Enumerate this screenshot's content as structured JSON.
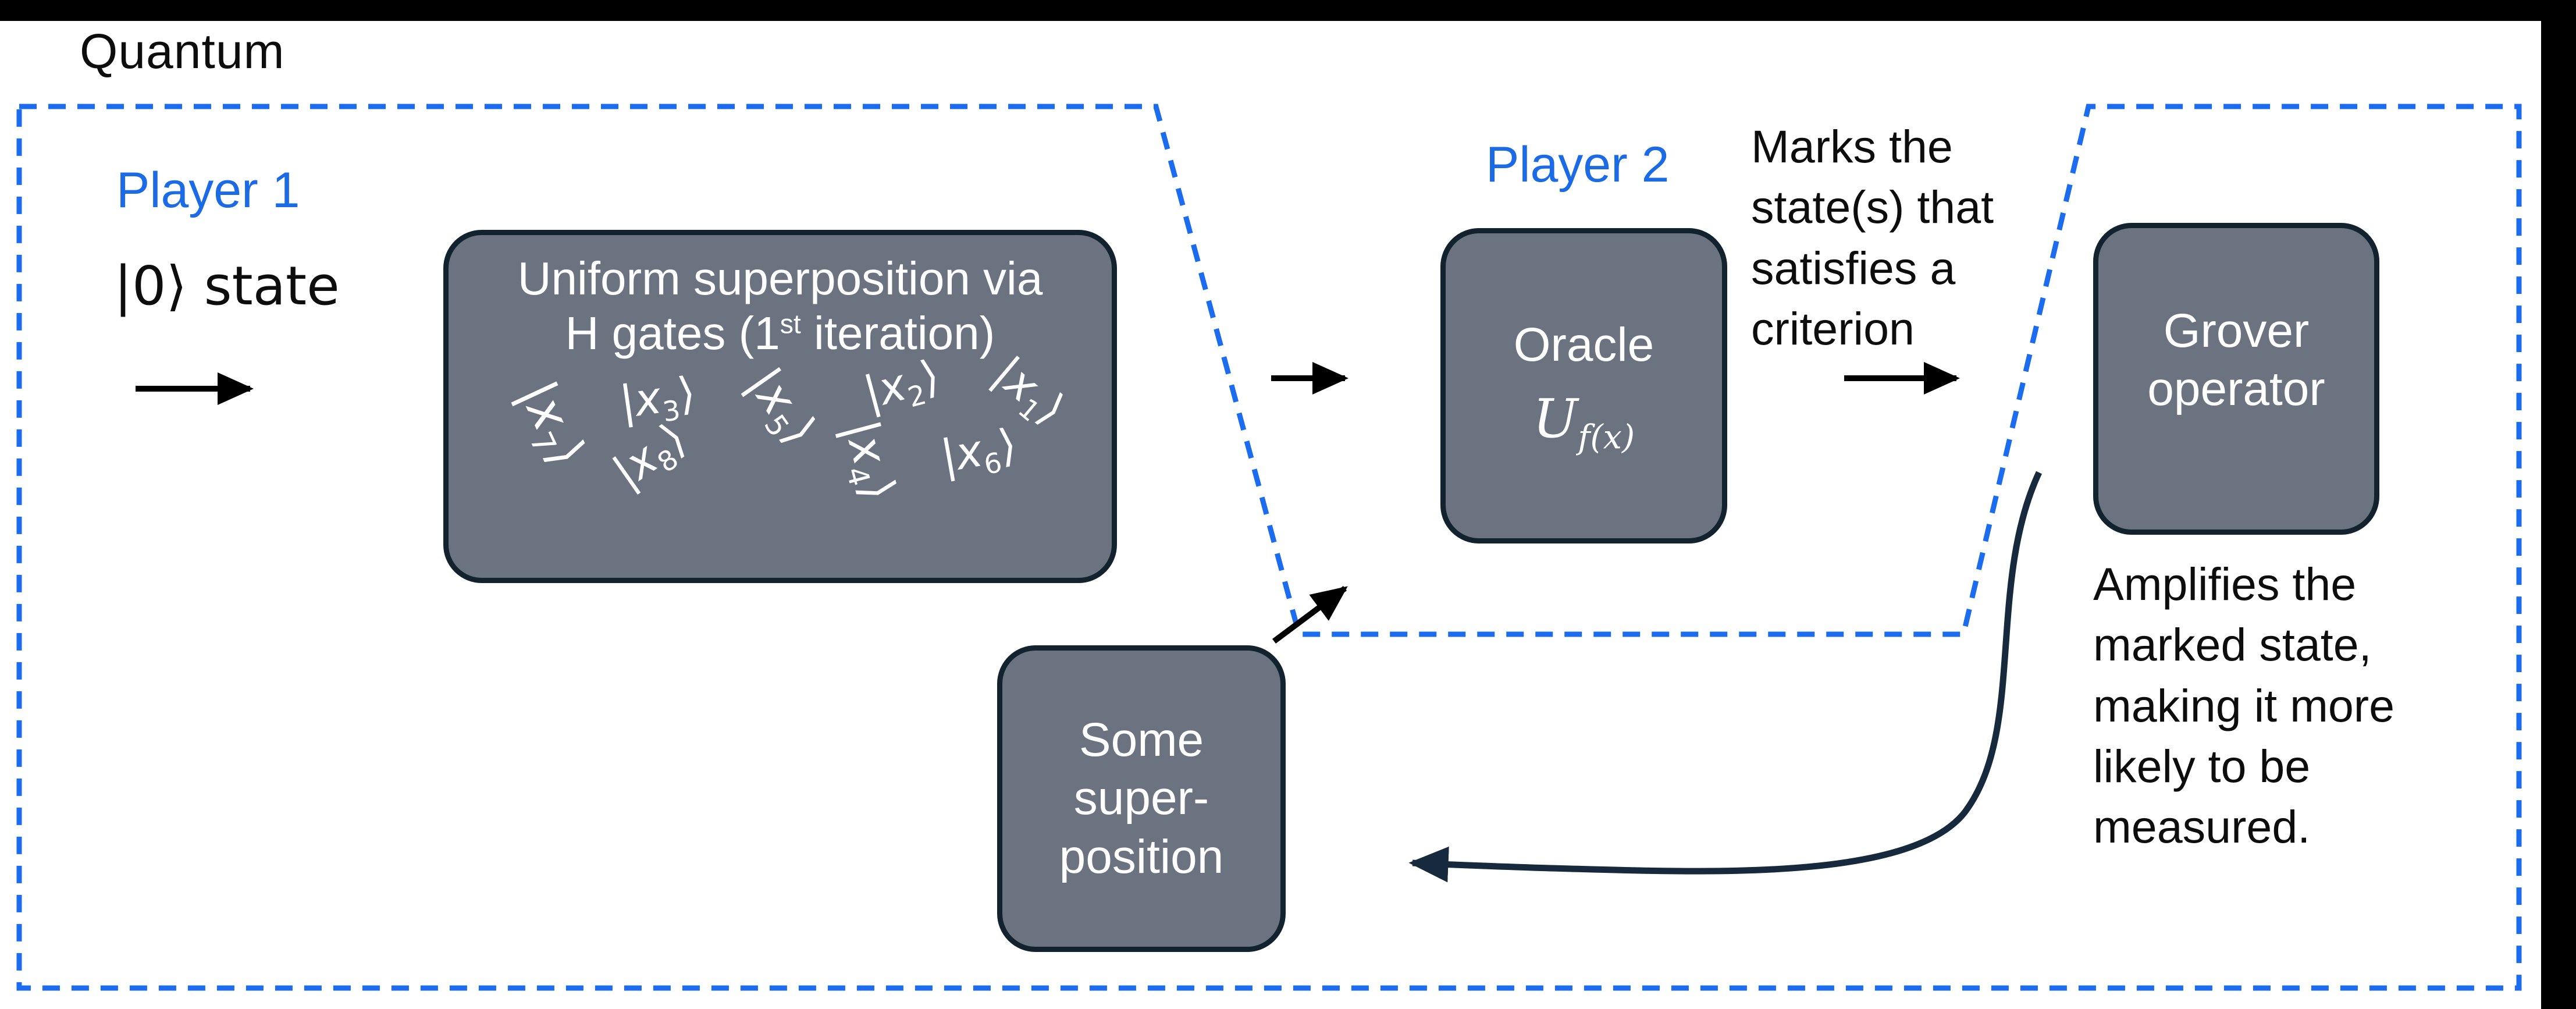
{
  "colors": {
    "frame_black": "#000000",
    "accent_blue": "#1c6cf0",
    "label_blue": "#1b6ae6",
    "box_fill": "#6b7280",
    "box_border": "#13222f",
    "arrow_black": "#000000",
    "curve_navy": "#172a3d",
    "text_black": "#0d0d0d"
  },
  "header": {
    "title": "Quantum"
  },
  "player1": {
    "label": "Player 1",
    "state_label": "|0⟩ state"
  },
  "player2": {
    "label": "Player 2"
  },
  "superposition_box": {
    "title_line1": "Uniform superposition via",
    "title_line2_pre": "H gates (1",
    "title_line2_sup": "st",
    "title_line2_post": " iteration)",
    "ket_open": "|",
    "ket_var": "x",
    "ket_close": "⟩",
    "kets": [
      "7",
      "3",
      "5",
      "2",
      "1",
      "8",
      "4",
      "6"
    ]
  },
  "oracle_box": {
    "title": "Oracle",
    "formula_base": "U",
    "formula_sub": "f(x)"
  },
  "oracle_note": {
    "lines": [
      "Marks the",
      "state(s) that",
      "satisfies a",
      "criterion"
    ]
  },
  "grover_box": {
    "line1": "Grover",
    "line2": "operator"
  },
  "grover_note": {
    "lines": [
      "Amplifies the",
      "marked state,",
      "making it more",
      "likely to be",
      "measured."
    ]
  },
  "some_box": {
    "lines": [
      "Some",
      "super-",
      "position"
    ]
  }
}
